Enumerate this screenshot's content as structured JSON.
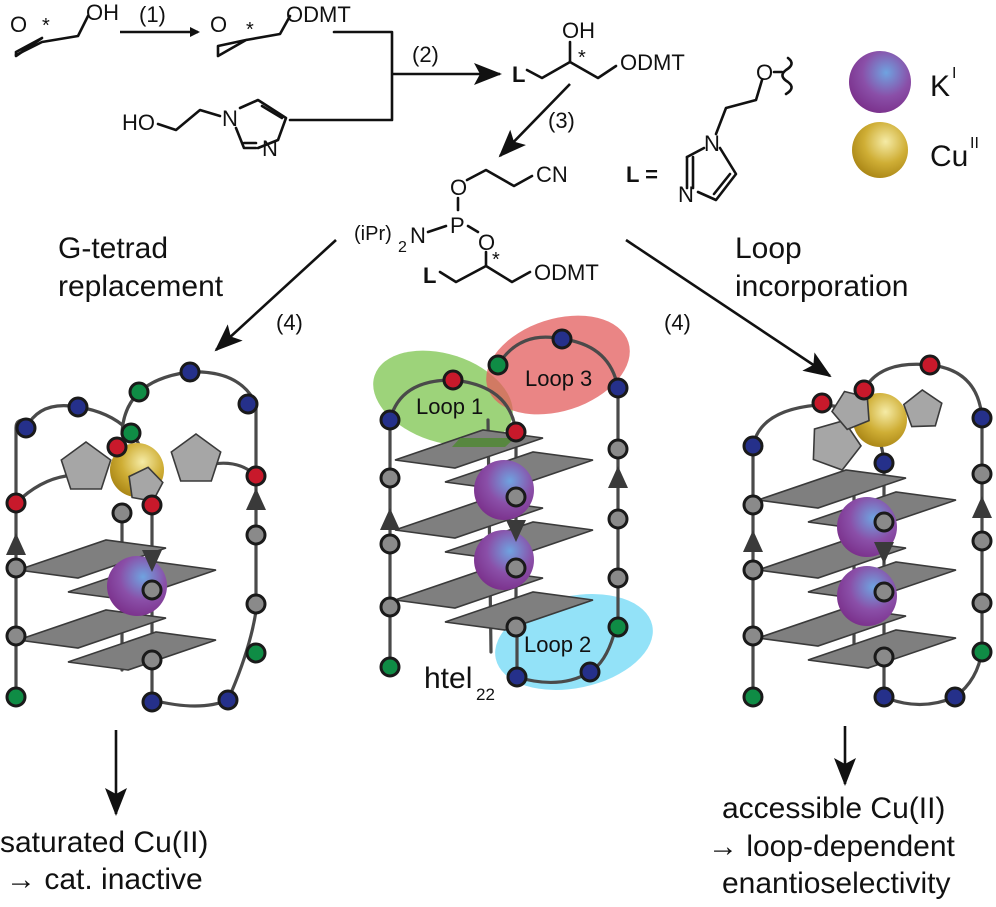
{
  "scheme": {
    "reactant_oh": "OH",
    "step1": "(1)",
    "step2": "(2)",
    "step3": "(3)",
    "step4_left": "(4)",
    "step4_right": "(4)",
    "odmt": "ODMT",
    "ho": "HO",
    "n": "N",
    "o": "O",
    "p": "P",
    "cn": "CN",
    "ipr2n_prefix": "(iPr)",
    "ipr2n_sub": "2",
    "ipr2n_n": "N",
    "stereo": "*",
    "L": "L",
    "L_equals": "L ="
  },
  "legend": {
    "items": [
      {
        "label": "K",
        "sup": "I",
        "color": "#8a3f9a",
        "highlight": "#6fa3e0"
      },
      {
        "label": "Cu",
        "sup": "II",
        "color": "#b8951e",
        "highlight": "#f2e59a"
      }
    ]
  },
  "labels": {
    "left_title_line1": "G-tetrad",
    "left_title_line2": "replacement",
    "right_title_line1": "Loop",
    "right_title_line2": "incorporation",
    "center_name": "htel",
    "center_sub": "22",
    "loop1": "Loop 1",
    "loop2": "Loop 2",
    "loop3": "Loop 3"
  },
  "outcomes": {
    "left_line1": "saturated Cu(II)",
    "left_line2": "→ cat. inactive",
    "right_line1": "accessible Cu(II)",
    "right_line2": "→ loop-dependent",
    "right_line3": "enantioselectivity"
  },
  "colors": {
    "nucleotide_blue": "#25308a",
    "nucleotide_red": "#c8192b",
    "nucleotide_green": "#0f8c45",
    "nucleotide_grey": "#8a8a8a",
    "loop1_fill": "#7cc44e",
    "loop2_fill": "#6fd8f5",
    "loop3_fill": "#e35c5c",
    "tetrad": "#7f7f7f",
    "strand": "#4a4a4a"
  }
}
